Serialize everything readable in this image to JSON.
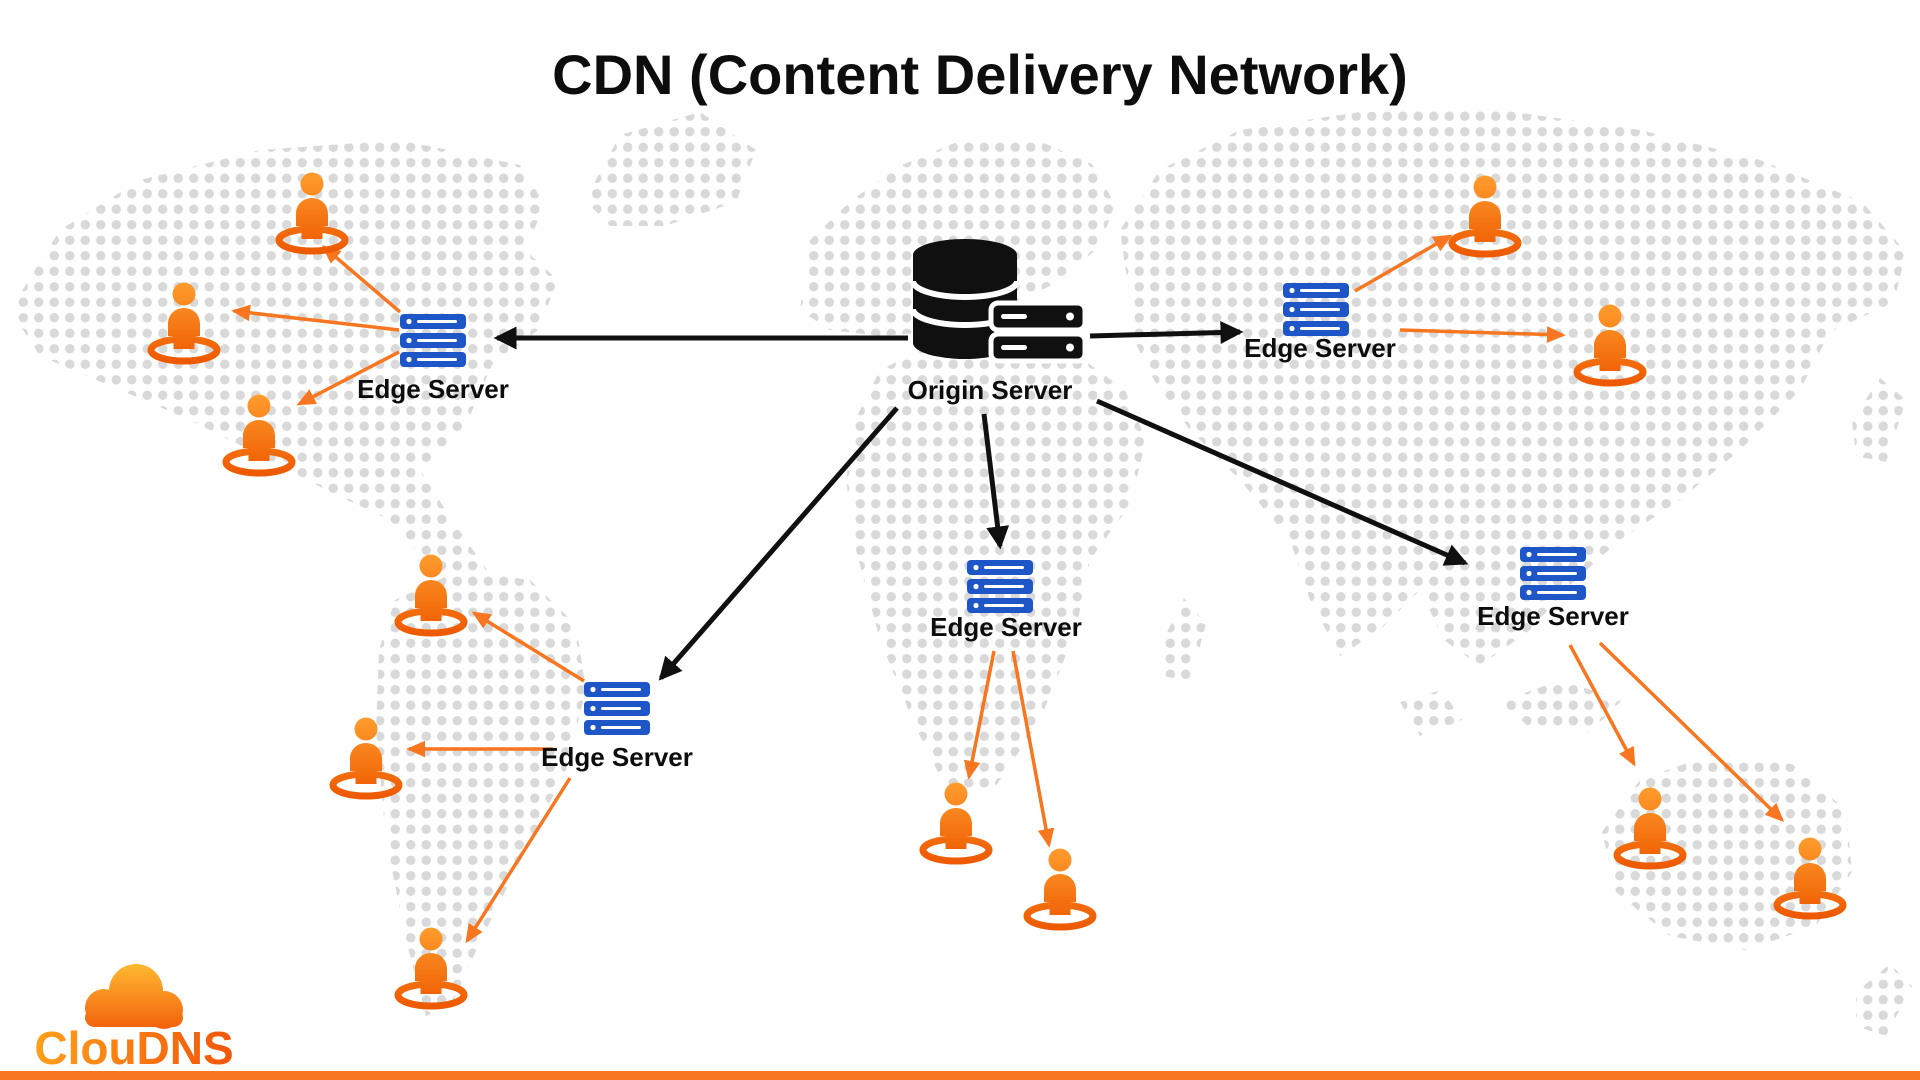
{
  "title": "CDN (Content Delivery Network)",
  "origin": {
    "label": "Origin Server"
  },
  "edges": [
    {
      "position": "west",
      "label": "Edge Server"
    },
    {
      "position": "east",
      "label": "Edge Server"
    },
    {
      "position": "south-center",
      "label": "Edge Server"
    },
    {
      "position": "southwest",
      "label": "Edge Server"
    },
    {
      "position": "southeast",
      "label": "Edge Server"
    }
  ],
  "users_count": 12,
  "logo": {
    "text": "ClouDNS"
  },
  "colors": {
    "accent_orange": "#F7761F",
    "server_blue": "#1E56C8",
    "diagram_black": "#101010",
    "map_dot_gray": "#D9D9D9"
  }
}
